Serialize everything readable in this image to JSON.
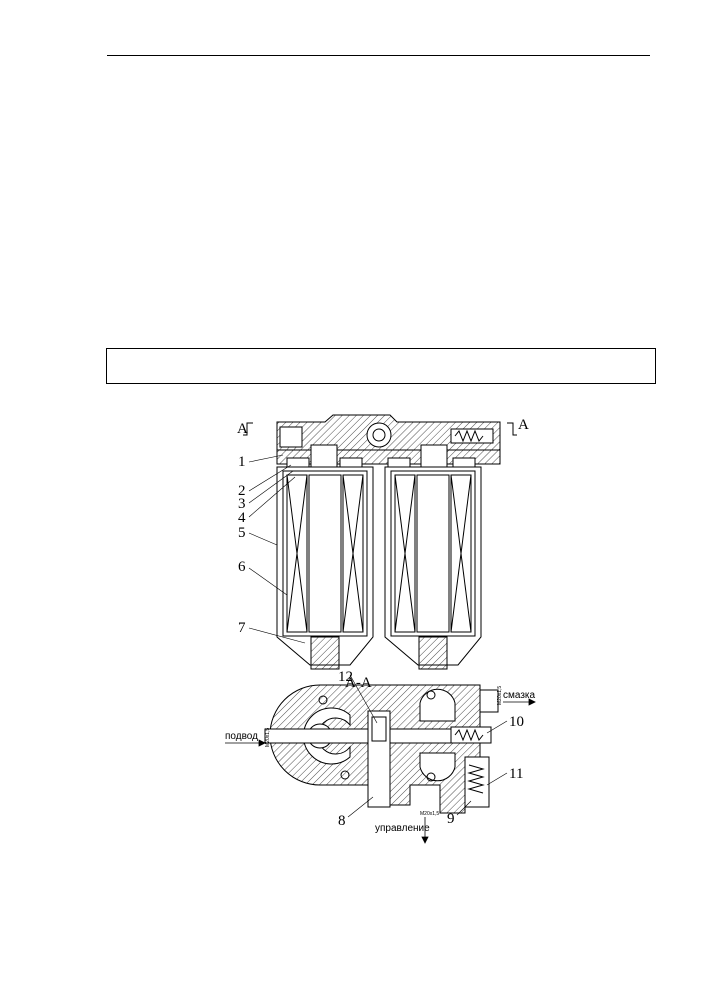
{
  "figure": {
    "section_marker": "A",
    "section_title": "A-A",
    "callouts": [
      "1",
      "2",
      "3",
      "4",
      "5",
      "6",
      "7",
      "8",
      "9",
      "10",
      "11",
      "12"
    ],
    "port_labels": {
      "inlet": "подвод",
      "lubrication": "смазка",
      "control": "управление"
    },
    "thread_labels": {
      "inlet_thread": "M20x1,5",
      "lube_thread": "M20x1,5",
      "control_thread": "M20x1,5"
    }
  }
}
